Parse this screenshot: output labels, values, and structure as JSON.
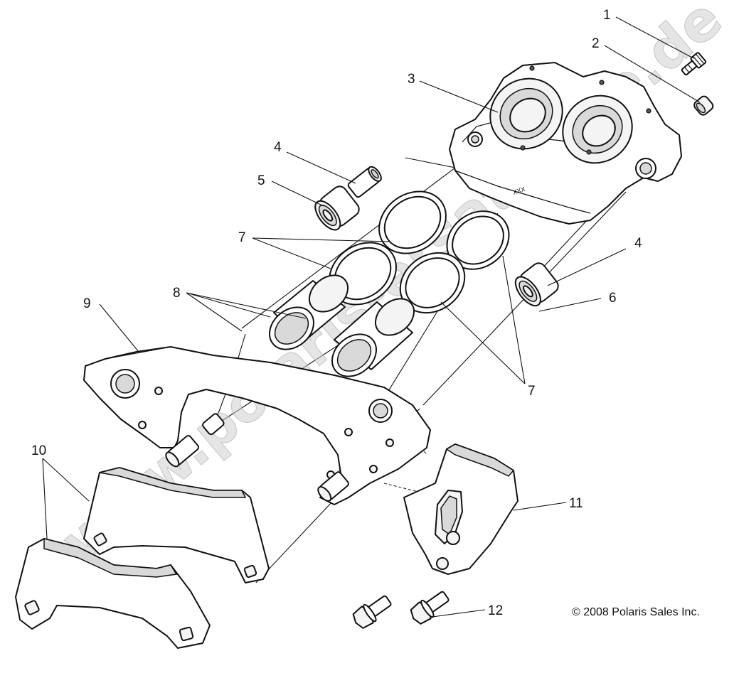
{
  "callouts": {
    "c1": "1",
    "c2": "2",
    "c3": "3",
    "c4a": "4",
    "c4b": "4",
    "c5": "5",
    "c6": "6",
    "c7a": "7",
    "c7b": "7",
    "c8": "8",
    "c9": "9",
    "c10": "10",
    "c11": "11",
    "c12": "12"
  },
  "caliper_marking": "XXX",
  "copyright": "© 2008 Polaris Sales Inc.",
  "watermark": "www.polaris-ersatzteile.de"
}
